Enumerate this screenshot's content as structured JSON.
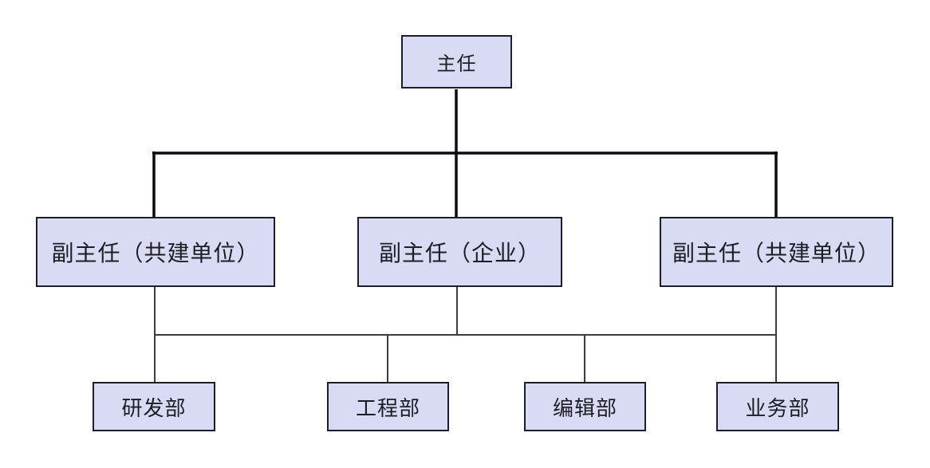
{
  "diagram": {
    "type": "org-chart",
    "nodes": {
      "root": {
        "label": "主任"
      },
      "level2": [
        {
          "label": "副主任（共建单位）"
        },
        {
          "label": "副主任（企业）"
        },
        {
          "label": "副主任（共建单位）"
        }
      ],
      "level3": [
        {
          "label": "研发部"
        },
        {
          "label": "工程部"
        },
        {
          "label": "编辑部"
        },
        {
          "label": "业务部"
        }
      ]
    }
  },
  "colors": {
    "background": "#ffffff",
    "box_fill": "#d9daf3",
    "box_border": "#1e1e2a",
    "text": "#1d1d26",
    "line_thick": "#0c0c10",
    "line_thin": "#3c3c42"
  }
}
